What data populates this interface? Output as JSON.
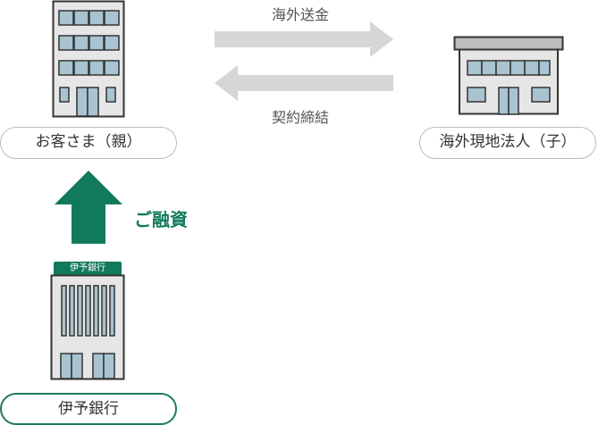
{
  "diagram": {
    "parent_label": "お客さま（親）",
    "subsidiary_label": "海外現地法人（子）",
    "bank_label": "伊予銀行",
    "bank_sign": "伊予銀行",
    "remittance_label": "海外送金",
    "contract_label": "契約締結",
    "loan_label": "ご融資",
    "colors": {
      "accent_green": "#127a5c",
      "arrow_gray": "#d6d6d6",
      "building_blue": "#a9c4d0",
      "building_gray": "#e6e6e6",
      "outline": "#333333"
    }
  }
}
